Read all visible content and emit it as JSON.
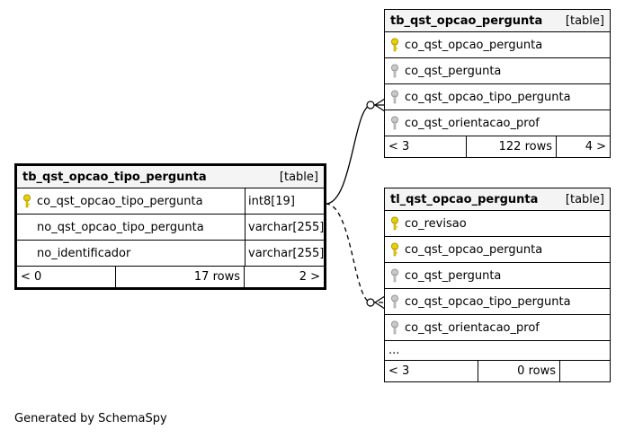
{
  "tables": [
    {
      "name": "tb_qst_opcao_tipo_pergunta",
      "kind": "[table]",
      "columns": [
        {
          "name": "co_qst_opcao_tipo_pergunta",
          "type": "int8[19]",
          "key": "primary"
        },
        {
          "name": "no_qst_opcao_tipo_pergunta",
          "type": "varchar[255]",
          "key": "none"
        },
        {
          "name": "no_identificador",
          "type": "varchar[255]",
          "key": "none"
        }
      ],
      "footer": {
        "parents": "< 0",
        "rows": "17 rows",
        "children": "2 >"
      }
    },
    {
      "name": "tb_qst_opcao_pergunta",
      "kind": "[table]",
      "columns": [
        {
          "name": "co_qst_opcao_pergunta",
          "key": "primary"
        },
        {
          "name": "co_qst_pergunta",
          "key": "foreign"
        },
        {
          "name": "co_qst_opcao_tipo_pergunta",
          "key": "foreign"
        },
        {
          "name": "co_qst_orientacao_prof",
          "key": "foreign"
        }
      ],
      "footer": {
        "parents": "< 3",
        "rows": "122 rows",
        "children": "4 >"
      }
    },
    {
      "name": "tl_qst_opcao_pergunta",
      "kind": "[table]",
      "columns": [
        {
          "name": "co_revisao",
          "key": "primary"
        },
        {
          "name": "co_qst_opcao_pergunta",
          "key": "primary"
        },
        {
          "name": "co_qst_pergunta",
          "key": "foreign"
        },
        {
          "name": "co_qst_opcao_tipo_pergunta",
          "key": "foreign"
        },
        {
          "name": "co_qst_orientacao_prof",
          "key": "foreign"
        }
      ],
      "more": "...",
      "footer": {
        "parents": "< 3",
        "rows": "0 rows",
        "children": ""
      }
    }
  ],
  "credit": "Generated by SchemaSpy",
  "colors": {
    "primary_key": "#e8d000",
    "foreign_key": "#b0b0b0",
    "header_bg": "#f4f4f4"
  }
}
